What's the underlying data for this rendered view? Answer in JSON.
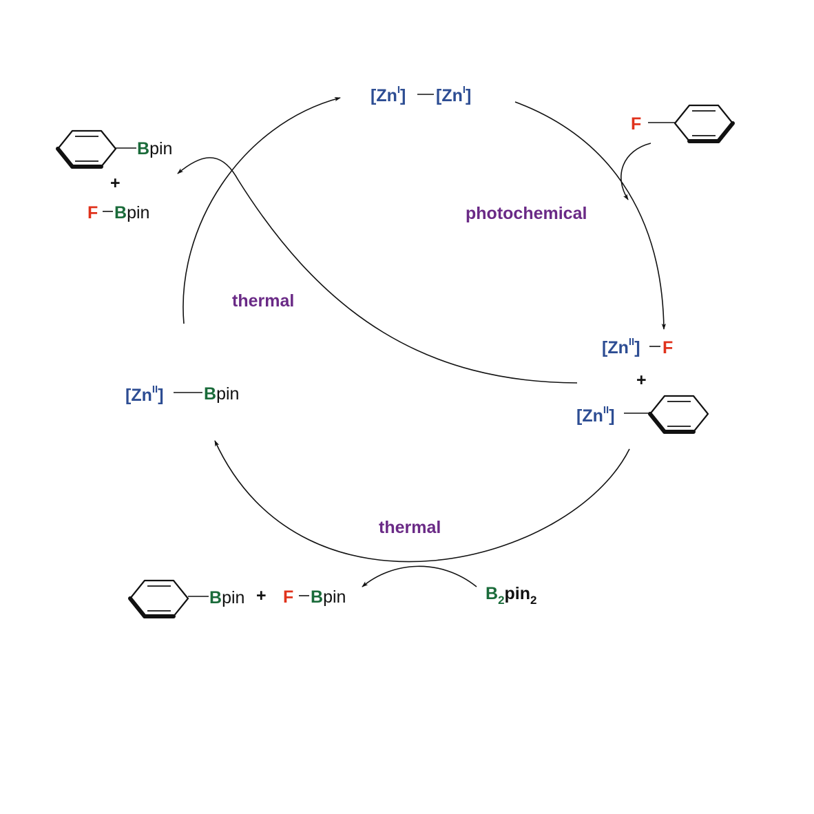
{
  "colors": {
    "zinc": "#2d4d93",
    "fluorine": "#e0321c",
    "boron": "#1a6b3a",
    "condition": "#6a2a86",
    "text": "#111111"
  },
  "species": {
    "zn_dimer": {
      "zn_a": "[Zn",
      "sup_a": "I",
      "close_a": "]",
      "zn_b": "[Zn",
      "sup_b": "I",
      "close_b": "]"
    },
    "fluorobenzene": {
      "f": "F"
    },
    "zn_fluoride": {
      "zn": "[Zn",
      "sup": "II",
      "close": "]",
      "f": "F"
    },
    "plus_right": "+",
    "zn_phenyl": {
      "zn": "[Zn",
      "sup": "II",
      "close": "]"
    },
    "zn_boryl": {
      "zn": "[Zn",
      "sup": "II",
      "close": "]",
      "b": "B",
      "pin": "pin"
    },
    "product_top": {
      "b": "B",
      "pin": "pin",
      "plus": "+",
      "f": "F",
      "b2": "B",
      "pin2": "pin"
    },
    "product_bottom": {
      "b": "B",
      "pin": "pin",
      "plus": "+",
      "f": "F",
      "b2": "B",
      "pin2": "pin"
    },
    "b2pin2": {
      "b": "B",
      "sub1": "2",
      "pin": "pin",
      "sub2": "2"
    }
  },
  "conditions": {
    "photochemical": "photochemical",
    "thermal_left": "thermal",
    "thermal_bottom": "thermal"
  }
}
